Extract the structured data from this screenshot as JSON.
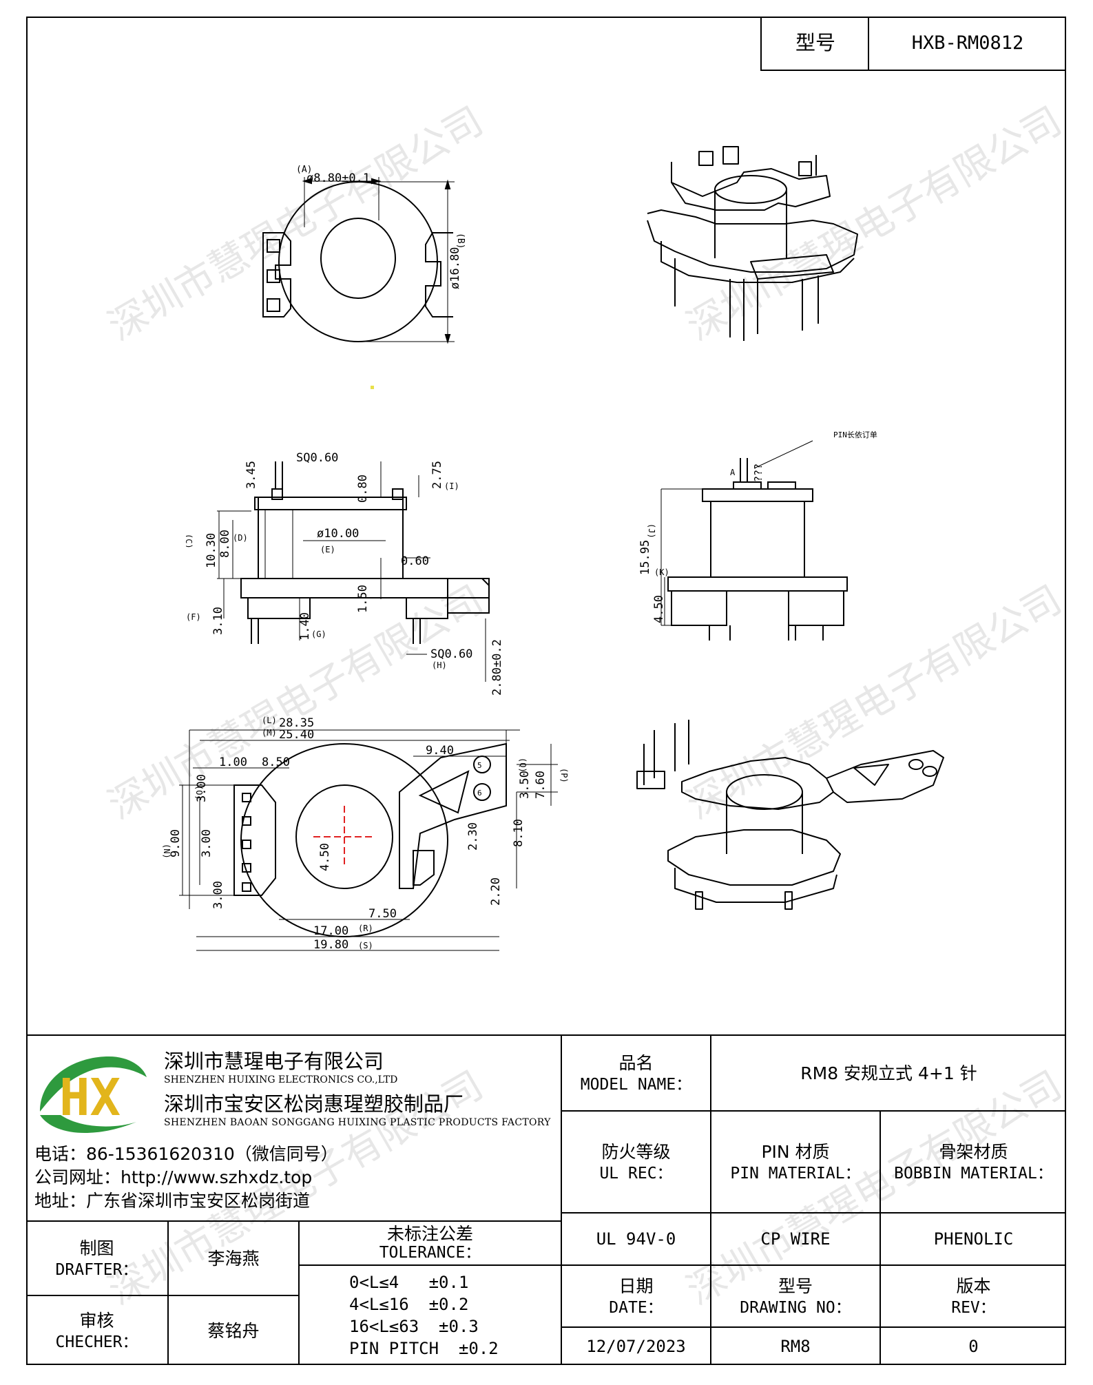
{
  "header": {
    "model_label": "型号",
    "model_value": "HXB-RM0812"
  },
  "watermark": "深圳市慧瑆电子有限公司",
  "drawing": {
    "top_view": {
      "dim_a": "ø8.80±0.1",
      "dim_b": "ø16.80",
      "label_a": "(A)",
      "label_b": "(B)"
    },
    "side_view": {
      "sq_top": "SQ0.60",
      "h_345": "3.45",
      "h_080": "0.80",
      "h_275": "2.75",
      "label_i": "(I)",
      "label_c": "(C)",
      "label_d": "(D)",
      "h_1030": "10.30",
      "h_800": "8.00",
      "dia_10": "ø10.00",
      "label_e": "(E)",
      "w_060": "0.60",
      "h_150": "1.50",
      "label_f": "(F)",
      "h_310": "3.10",
      "h_140": "1.40",
      "label_g": "(G)",
      "sq_bottom": "SQ0.60",
      "label_h": "(H)",
      "h_280": "2.80±0.2"
    },
    "front_view": {
      "pin_note": "PIN长依订单",
      "label_a": "A",
      "q": "???",
      "label_j": "(J)",
      "h_1595": "15.95",
      "label_k": "(K)",
      "h_450": "4.50"
    },
    "bottom_view": {
      "label_l": "(L)",
      "w_2835": "28.35",
      "label_m": "(M)",
      "w_2540": "25.40",
      "w_940": "9.40",
      "w_100": "1.00",
      "w_850": "8.50",
      "label_o": "(O)",
      "h_300a": "3.00",
      "label_n": "(N)",
      "h_900": "9.00",
      "h_300b": "3.00",
      "h_300c": "3.00",
      "h_450": "4.50",
      "pin5": "5",
      "pin6": "6",
      "label_q": "(Q)",
      "h_350": "3.50",
      "h_760": "7.60",
      "label_p": "(P)",
      "h_230": "2.30",
      "h_810": "8.10",
      "h_220": "2.20",
      "w_750": "7.50",
      "w_1700": "17.00",
      "label_r": "(R)",
      "w_1980": "19.80",
      "label_s": "(S)"
    }
  },
  "title_block": {
    "company_cn": "深圳市慧瑆电子有限公司",
    "company_en": "SHENZHEN HUIXING ELECTRONICS CO.,LTD",
    "factory_cn": "深圳市宝安区松岗惠瑆塑胶制品厂",
    "factory_en": "SHENZHEN BAOAN SONGGANG HUIXING PLASTIC PRODUCTS FACTORY",
    "phone": "电话：86-15361620310（微信同号）",
    "website": "公司网址：http://www.szhxdz.top",
    "address": "地址：广东省深圳市宝安区松岗街道",
    "logo_letters": "HX",
    "model_name_cn": "品名",
    "model_name_en": "MODEL NAME：",
    "model_name_value": "RM8 安规立式 4+1 针",
    "ul_cn": "防火等级",
    "ul_en": "UL REC：",
    "ul_value": "UL 94V-0",
    "pin_cn": "PIN 材质",
    "pin_en": "PIN MATERIAL：",
    "pin_value": "CP WIRE",
    "bobbin_cn": "骨架材质",
    "bobbin_en": "BOBBIN MATERIAL：",
    "bobbin_value": "PHENOLIC",
    "drafter_cn": "制图",
    "drafter_en": "DRAFTER：",
    "drafter_value": "李海燕",
    "checker_cn": "审核",
    "checker_en": "CHECHER：",
    "checker_value": "蔡铭舟",
    "tolerance_cn": "未标注公差",
    "tolerance_en": "TOLERANCE：",
    "tolerance_lines": [
      "0<L≤4   ±0.1",
      "4<L≤16  ±0.2",
      "16<L≤63  ±0.3",
      "PIN PITCH  ±0.2"
    ],
    "date_cn": "日期",
    "date_en": "DATE：",
    "date_value": "12/07/2023",
    "drawing_no_cn": "型号",
    "drawing_no_en": "DRAWING NO：",
    "drawing_no_value": "RM8",
    "rev_cn": "版本",
    "rev_en": "REV：",
    "rev_value": "0"
  },
  "colors": {
    "logo_green": "#2e9a3e",
    "logo_yellow": "#e2b51c",
    "center_mark": "#e02020"
  }
}
